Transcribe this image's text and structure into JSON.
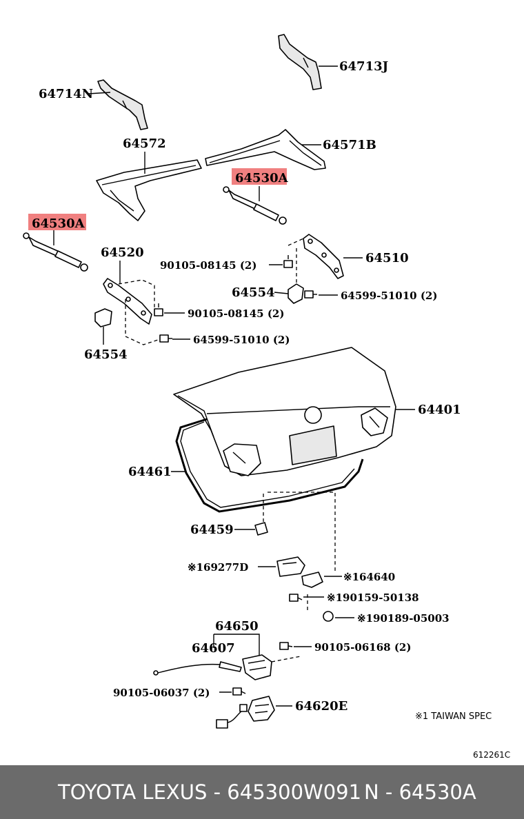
{
  "labels": {
    "p64713J": "64713J",
    "p64714N": "64714N",
    "p64572": "64572",
    "p64571B": "64571B",
    "p64530A_right": "64530A",
    "p64530A_left": "64530A",
    "p64520": "64520",
    "p64510": "64510",
    "p90105_08145_a": "90105-08145 (2)",
    "p90105_08145_b": "90105-08145 (2)",
    "p64554_a": "64554",
    "p64554_b": "64554",
    "p64599_51010_a": "64599-51010 (2)",
    "p64599_51010_b": "64599-51010 (2)",
    "p64401": "64401",
    "p64461": "64461",
    "p64459": "64459",
    "p169277D": "※169277D",
    "p164640": "※164640",
    "p190159_50138": "※190159-50138",
    "p190189_05003": "※190189-05003",
    "p64650": "64650",
    "p64607": "64607",
    "p90105_06168": "90105-06168 (2)",
    "p90105_06037": "90105-06037 (2)",
    "p64620E": "64620E",
    "note": "※1 TAIWAN SPEC",
    "diagram_code": "612261C"
  },
  "footer": {
    "left": "TOYOTA LEXUS - 645300W091",
    "right": "N - 64530A"
  },
  "colors": {
    "highlight": "#f08080",
    "footer_bg": "#6b6b6b"
  }
}
